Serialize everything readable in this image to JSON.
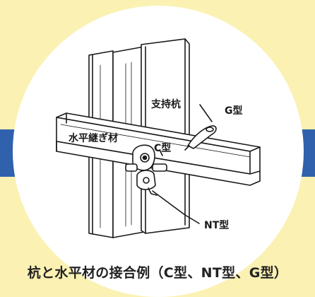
{
  "colors": {
    "background": "#fbf1b3",
    "band": "#2f61ad",
    "circle": "#ffffff",
    "line": "#1a1a1a"
  },
  "labels": {
    "pile": "支持杭",
    "horizontal_member": "水平継ぎ材",
    "c_type": "C型",
    "g_type": "G型",
    "nt_type": "NT型"
  },
  "caption": "杭と水平材の接合例（C型、NT型、G型）"
}
